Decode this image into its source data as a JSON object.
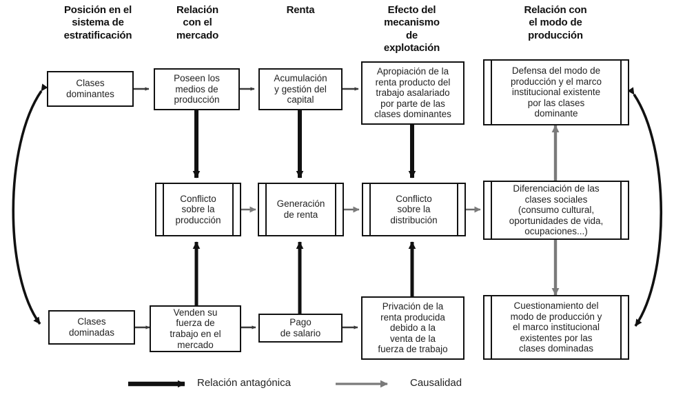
{
  "diagram": {
    "title_columns": [
      {
        "id": "col-posicion",
        "label": "Posición en el\nsistema de\nestratificación"
      },
      {
        "id": "col-relacion-mercado",
        "label": "Relación\ncon el\nmercado"
      },
      {
        "id": "col-renta",
        "label": "Renta"
      },
      {
        "id": "col-efecto",
        "label": "Efecto del\nmecanismo\nde\nexplotación"
      },
      {
        "id": "col-modo-produccion",
        "label": "Relación con\nel modo de\nproducción"
      }
    ],
    "boxes": {
      "clases_dominantes": "Clases\ndominantes",
      "poseen_medios": "Poseen los\nmedios de\nproducción",
      "acumulacion": "Acumulación\ny gestión del\ncapital",
      "apropiacion": "Apropiación de la\nrenta producto del\ntrabajo asalariado\npor parte de las\nclases dominantes",
      "defensa": "Defensa del modo de\nproducción y el marco\ninstitucional existente\npor las clases\ndominante",
      "conflicto_produccion": "Conflicto\nsobre la\nproducción",
      "generacion_renta": "Generación\nde renta",
      "conflicto_distribucion": "Conflicto\nsobre la\ndistribución",
      "diferenciacion": "Diferenciación de las\nclases sociales\n(consumo cultural,\noportunidades de vida,\nocupaciones...)",
      "clases_dominadas": "Clases\ndominadas",
      "venden_fuerza": "Venden su\nfuerza de\ntrabajo en el\nmercado",
      "pago_salario": "Pago\nde salario",
      "privacion": "Privación de la\nrenta producida\ndebido a la\nventa de la\nfuerza de trabajo",
      "cuestionamiento": "Cuestionamiento del\nmodo de producción y\nel marco institucional\nexistentes por las\nclases dominadas"
    },
    "legend": [
      {
        "id": "legend-antagonica",
        "label": "Relación antagónica",
        "color": "#111111",
        "style": "thick-black-arrow"
      },
      {
        "id": "legend-causalidad",
        "label": "Causalidad",
        "color": "#7a7a7a",
        "style": "gray-arrow"
      }
    ],
    "colors": {
      "stroke_black": "#111111",
      "stroke_gray": "#7a7a7a",
      "background": "#ffffff"
    }
  }
}
